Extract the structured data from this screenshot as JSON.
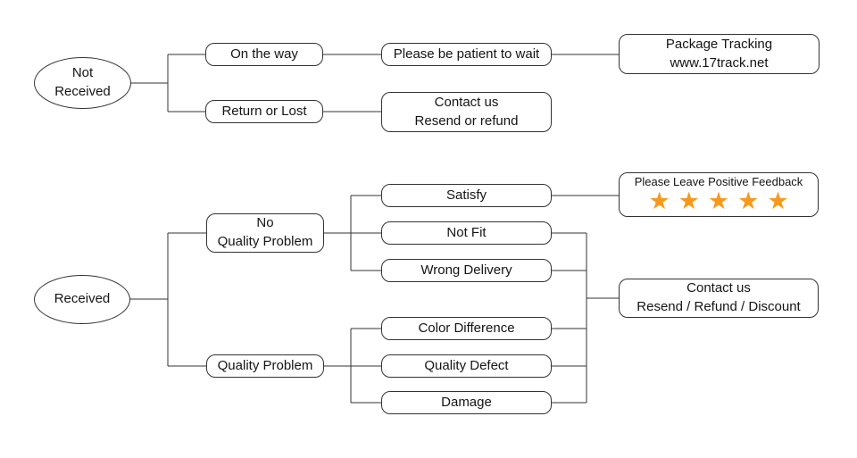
{
  "diagram": {
    "type": "flowchart",
    "background": "#ffffff",
    "line_color": "#333333",
    "text_color": "#141414",
    "star_color": "#F7991C"
  },
  "nodes": {
    "not_received": {
      "shape": "ellipse",
      "label": "Not\nReceived"
    },
    "on_the_way": {
      "shape": "rounded-box",
      "label": "On the way"
    },
    "return_or_lost": {
      "shape": "rounded-box",
      "label": "Return or Lost"
    },
    "please_be_patient": {
      "shape": "rounded-box",
      "label": "Please be patient to wait"
    },
    "package_tracking": {
      "shape": "rounded-box",
      "label": "Package Tracking\nwww.17track.net"
    },
    "contact_resend_refund": {
      "shape": "rounded-box",
      "label": "Contact us\nResend or refund"
    },
    "received": {
      "shape": "ellipse",
      "label": "Received"
    },
    "no_quality_problem": {
      "shape": "rounded-box",
      "label": "No\nQuality Problem"
    },
    "quality_problem": {
      "shape": "rounded-box",
      "label": "Quality Problem"
    },
    "satisfy": {
      "shape": "rounded-box",
      "label": "Satisfy"
    },
    "not_fit": {
      "shape": "rounded-box",
      "label": "Not Fit"
    },
    "wrong_delivery": {
      "shape": "rounded-box",
      "label": "Wrong Delivery"
    },
    "color_difference": {
      "shape": "rounded-box",
      "label": "Color Difference"
    },
    "quality_defect": {
      "shape": "rounded-box",
      "label": "Quality Defect"
    },
    "damage": {
      "shape": "rounded-box",
      "label": "Damage"
    },
    "positive_feedback": {
      "shape": "rounded-box",
      "label": "Please Leave Positive Feedback",
      "stars": 5,
      "star_glyph": "★"
    },
    "contact_resend_refund_discount": {
      "shape": "rounded-box",
      "label": "Contact us\nResend / Refund / Discount"
    }
  },
  "edges": [
    {
      "from": "not_received",
      "to": "on_the_way"
    },
    {
      "from": "not_received",
      "to": "return_or_lost"
    },
    {
      "from": "on_the_way",
      "to": "please_be_patient"
    },
    {
      "from": "please_be_patient",
      "to": "package_tracking"
    },
    {
      "from": "return_or_lost",
      "to": "contact_resend_refund"
    },
    {
      "from": "received",
      "to": "no_quality_problem"
    },
    {
      "from": "received",
      "to": "quality_problem"
    },
    {
      "from": "no_quality_problem",
      "to": "satisfy"
    },
    {
      "from": "no_quality_problem",
      "to": "not_fit"
    },
    {
      "from": "no_quality_problem",
      "to": "wrong_delivery"
    },
    {
      "from": "satisfy",
      "to": "positive_feedback"
    },
    {
      "from": "not_fit",
      "to": "contact_resend_refund_discount"
    },
    {
      "from": "wrong_delivery",
      "to": "contact_resend_refund_discount"
    },
    {
      "from": "quality_problem",
      "to": "color_difference"
    },
    {
      "from": "quality_problem",
      "to": "quality_defect"
    },
    {
      "from": "quality_problem",
      "to": "damage"
    },
    {
      "from": "color_difference",
      "to": "contact_resend_refund_discount"
    },
    {
      "from": "quality_defect",
      "to": "contact_resend_refund_discount"
    },
    {
      "from": "damage",
      "to": "contact_resend_refund_discount"
    }
  ]
}
